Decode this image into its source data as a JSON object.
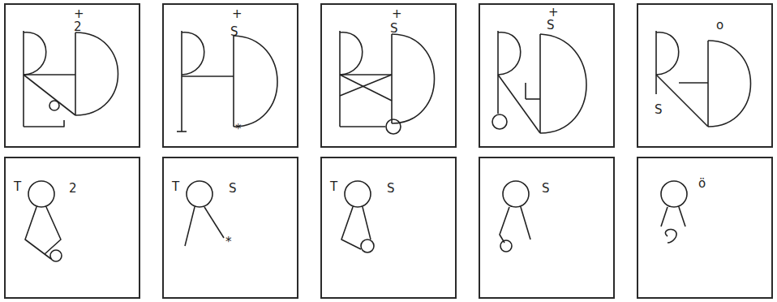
{
  "diagram": {
    "nodes": [
      {
        "text": [
          "+",
          "2"
        ]
      },
      {
        "text": [
          "+",
          "S",
          "*"
        ]
      },
      {
        "text": [
          "+",
          "S"
        ]
      },
      {
        "text": [
          "+",
          "S"
        ]
      },
      {
        "text": [
          "o",
          "S"
        ]
      },
      {
        "text": [
          "T",
          "2"
        ]
      },
      {
        "text": [
          "T",
          "S",
          "*"
        ]
      },
      {
        "text": [
          "T",
          "S"
        ]
      },
      {
        "text": [
          "S"
        ]
      },
      {
        "text": [
          "ö"
        ]
      }
    ]
  }
}
